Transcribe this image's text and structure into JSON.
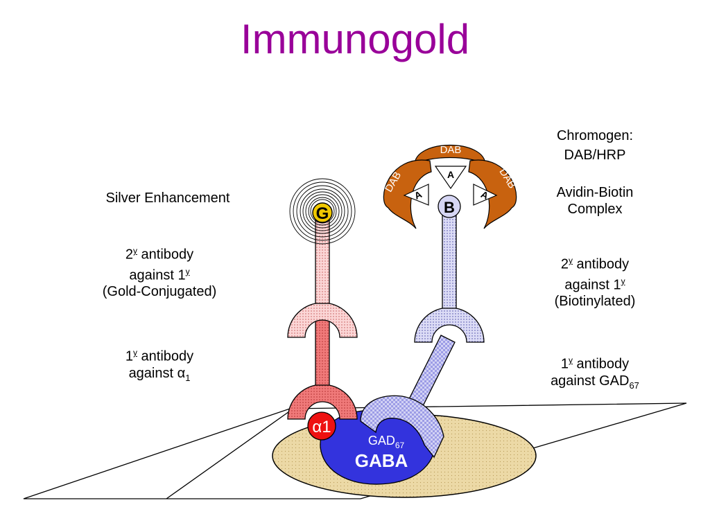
{
  "title": "Immunogold",
  "left_labels": {
    "silver": "Silver Enhancement",
    "secondary": {
      "prefix": "2",
      "sup": "y",
      "line1_rest": " antibody",
      "line2": "against 1",
      "line2_sup": "y",
      "line3": "(Gold-Conjugated)"
    },
    "primary": {
      "prefix": "1",
      "sup": "y",
      "line1_rest": " antibody",
      "line2": "against ",
      "greek": "α",
      "sub": "1"
    }
  },
  "right_labels": {
    "chromogen_line1": "Chromogen:",
    "chromogen_line2": "DAB/HRP",
    "abc_line1": "Avidin-Biotin",
    "abc_line2": "Complex",
    "secondary": {
      "prefix": "2",
      "sup": "y",
      "line1_rest": " antibody",
      "line2": "against 1",
      "line2_sup": "y",
      "line3": "(Biotinylated)"
    },
    "primary": {
      "prefix": "1",
      "sup": "y",
      "line1_rest": " antibody",
      "line2": "against GAD",
      "sub": "67"
    }
  },
  "markers": {
    "gold": "G",
    "biotin": "B",
    "avidin": "A",
    "dab": "DAB"
  },
  "targets": {
    "alpha": "α",
    "alpha_num": "1",
    "gad": "GAD",
    "gad_sub": "67",
    "gaba": "GABA"
  },
  "colors": {
    "title": "#990099",
    "gold_marker": "#f0c800",
    "left_antibody": "#f07a7a",
    "left_antibody_light": "#fbd0d0",
    "right_antibody": "#8888dd",
    "right_antibody_light": "#d6d6f4",
    "cell": "#ecd9a6",
    "gaba_cell": "#3333dd",
    "alpha_receptor": "#ee1111",
    "dab": "#c8620f"
  }
}
